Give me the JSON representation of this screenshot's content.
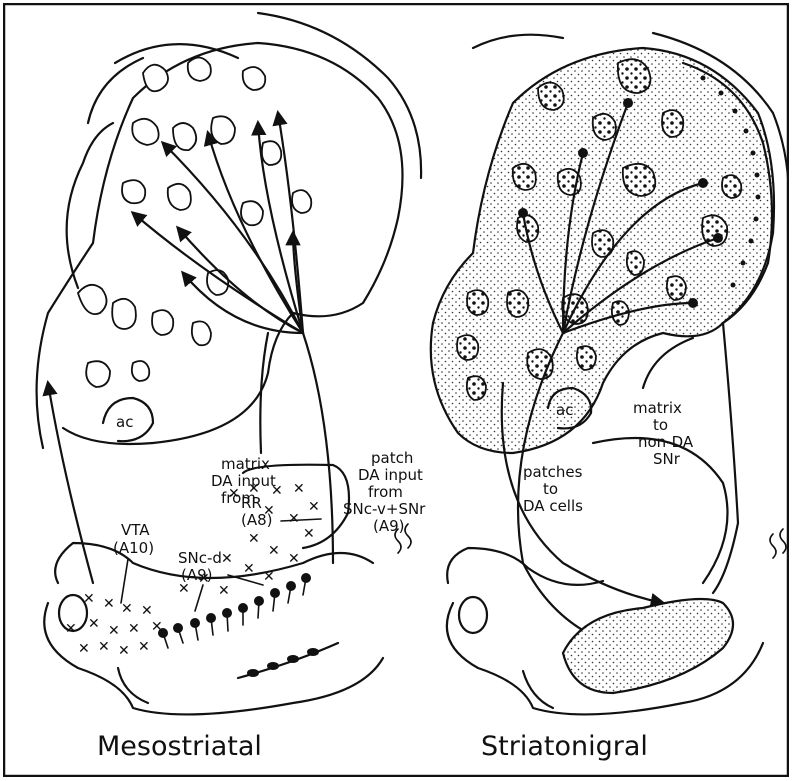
{
  "panels": {
    "left": {
      "title": "Mesostriatal",
      "ac": "ac",
      "matrix": [
        "matrix",
        "DA input",
        "from"
      ],
      "rr": [
        "RR",
        "(A8)"
      ],
      "vta": [
        "VTA",
        "(A10)"
      ],
      "snc_d": [
        "SNc-d",
        "(A9)"
      ],
      "patch": [
        "patch",
        "DA input",
        "from",
        "SNc-v+SNr",
        "(A9)"
      ]
    },
    "right": {
      "title": "Striatonigral",
      "ac": "ac",
      "matrix_to": [
        "matrix",
        "to",
        "non-DA",
        "SNr"
      ],
      "patches_to": [
        "patches",
        "to",
        "DA cells"
      ]
    }
  }
}
